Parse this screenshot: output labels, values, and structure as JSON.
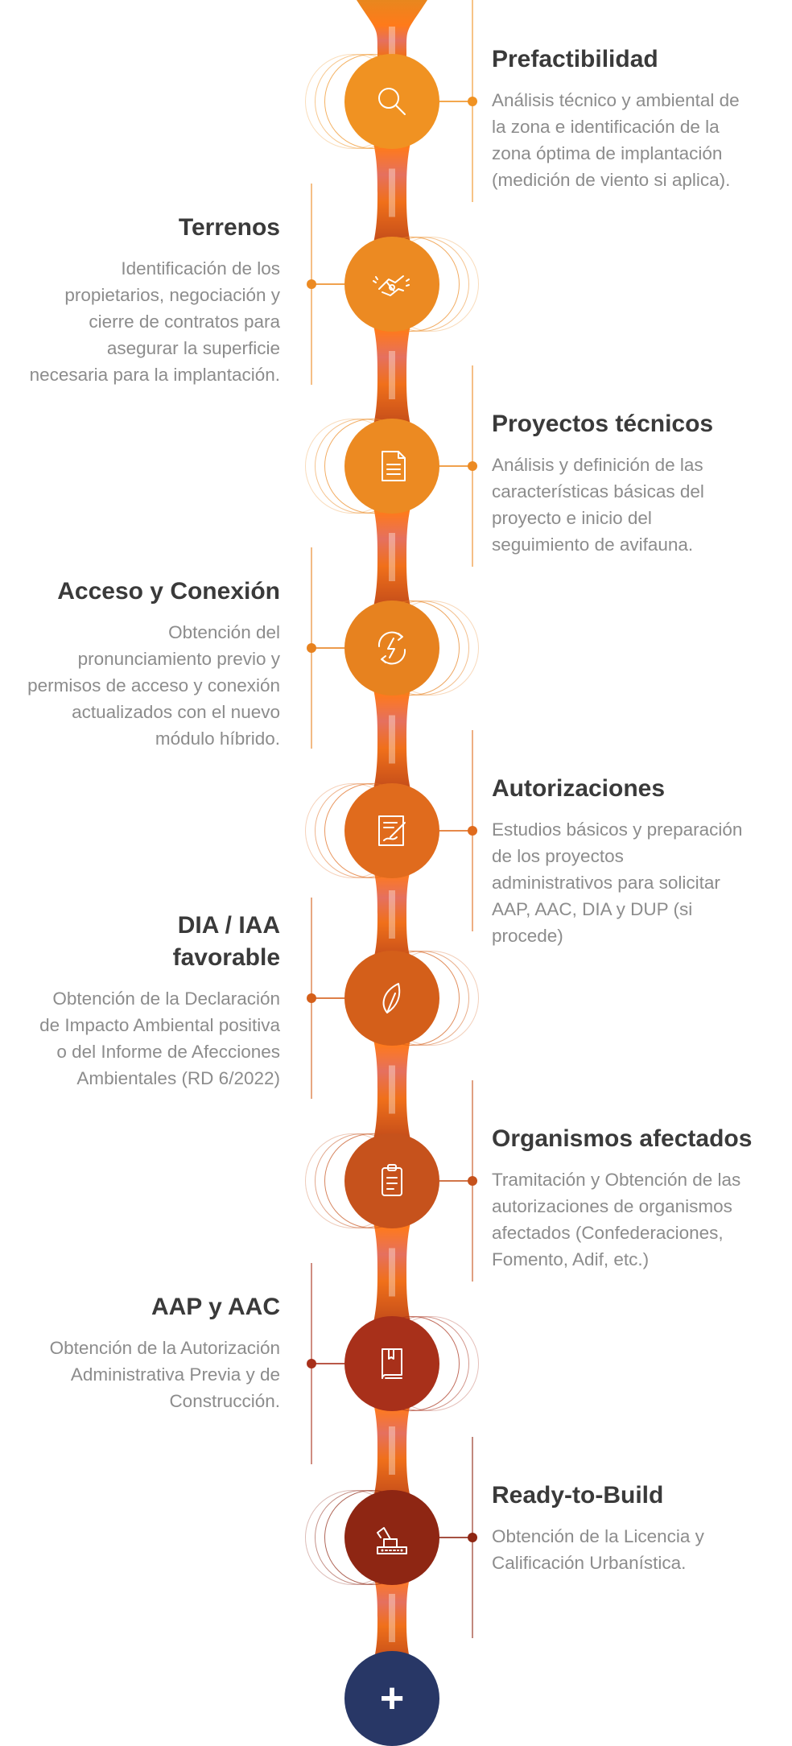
{
  "steps": [
    {
      "title": "Prefactibilidad",
      "desc": [
        "Análisis técnico y ambiental de",
        "la zona e identificación de la",
        "zona óptima de implantación",
        "(medición de viento si aplica)."
      ],
      "side": "right",
      "icon": "search-icon",
      "color": "#f09222"
    },
    {
      "title": "Terrenos",
      "desc": [
        "Identificación de los",
        "propietarios, negociación y",
        "cierre de contratos para",
        "asegurar la superficie",
        "necesaria para la implantación."
      ],
      "side": "left",
      "icon": "handshake-icon",
      "color": "#ec8a22"
    },
    {
      "title": "Proyectos técnicos",
      "desc": [
        "Análisis y definición de las",
        "características básicas del",
        "proyecto e inicio del",
        "seguimiento de avifauna."
      ],
      "side": "right",
      "icon": "document-icon",
      "color": "#ec8a22"
    },
    {
      "title": "Acceso y Conexión",
      "desc": [
        "Obtención del",
        "pronunciamiento previo y",
        "permisos de acceso y conexión",
        "actualizados con el nuevo",
        "módulo híbrido."
      ],
      "side": "left",
      "icon": "energy-cycle-icon",
      "color": "#e7821f"
    },
    {
      "title": "Autorizaciones",
      "desc": [
        "Estudios básicos y preparación",
        "de los proyectos",
        "administrativos para solicitar",
        "AAP, AAC, DIA y DUP (si",
        "procede)"
      ],
      "side": "right",
      "icon": "signed-document-icon",
      "color": "#e06b1d"
    },
    {
      "title": "DIA / IAA favorable",
      "titleLines": [
        "DIA / IAA",
        "favorable"
      ],
      "desc": [
        "Obtención de la Declaración",
        "de Impacto Ambiental positiva",
        "o del Informe de Afecciones",
        "Ambientales (RD 6/2022)"
      ],
      "side": "left",
      "icon": "leaf-icon",
      "color": "#d45f1a"
    },
    {
      "title": "Organismos afectados",
      "desc": [
        "Tramitación y Obtención de las",
        "autorizaciones de organismos",
        "afectados (Confederaciones,",
        "Fomento, Adif, etc.)"
      ],
      "side": "right",
      "icon": "clipboard-icon",
      "color": "#c6521c"
    },
    {
      "title": "AAP y AAC",
      "desc": [
        "Obtención de la Autorización",
        "Administrativa Previa y de",
        "Construcción."
      ],
      "side": "left",
      "icon": "book-icon",
      "color": "#a8301a"
    },
    {
      "title": "Ready-to-Build",
      "desc": [
        "Obtención de la Licencia y",
        "Calificación Urbanística."
      ],
      "side": "right",
      "icon": "excavator-icon",
      "color": "#8e2613"
    }
  ],
  "plus_label": "+"
}
